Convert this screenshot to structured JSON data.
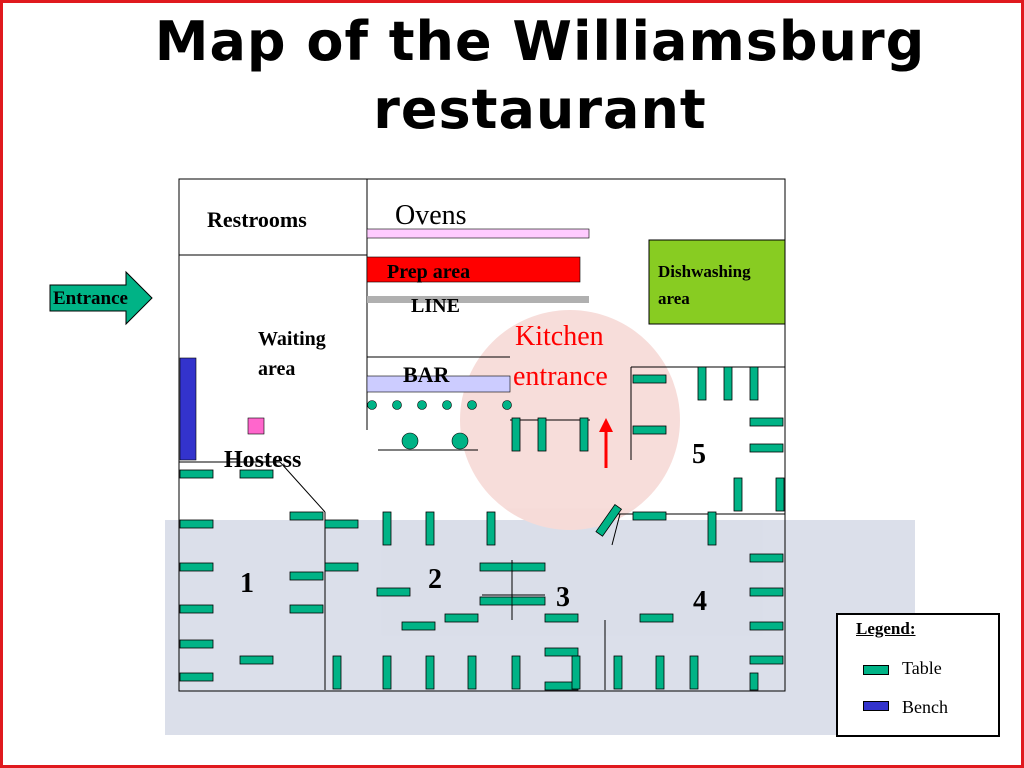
{
  "title": "Map of the Williamsburg restaurant",
  "title_line1": "Map of the Williamsburg",
  "title_line2": "restaurant",
  "labels": {
    "restrooms": "Restrooms",
    "ovens": "Ovens",
    "prep_area": "Prep area",
    "line": "LINE",
    "dishwashing_1": "Dishwashing",
    "dishwashing_2": "area",
    "entrance": "Entrance",
    "waiting_1": "Waiting",
    "waiting_2": "area",
    "bar": "BAR",
    "kitchen_entrance_1": "Kitchen",
    "kitchen_entrance_2": "entrance",
    "hostess": "Hostess",
    "section_1": "1",
    "section_2": "2",
    "section_3": "3",
    "section_4": "4",
    "section_5": "5"
  },
  "legend": {
    "title": "Legend:",
    "items": [
      {
        "label": "Table",
        "color": "#00b386"
      },
      {
        "label": "Bench",
        "color": "#3333cc"
      }
    ]
  },
  "colors": {
    "table": "#00b386",
    "bench": "#3333cc",
    "prep_area": "#ff0000",
    "ovens": "#ffccff",
    "dishwashing": "#88cc22",
    "bar": "#ccccff",
    "hostess_stand": "#ff66cc",
    "line": "#b0b0b0",
    "kitchen_text": "#ff0000",
    "frame": "#e0191e"
  }
}
